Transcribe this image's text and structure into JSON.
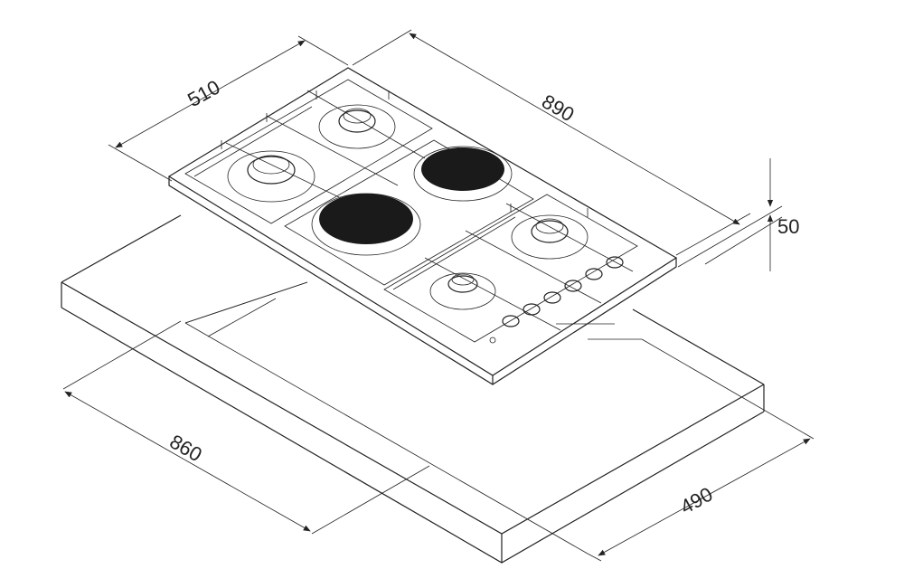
{
  "diagram": {
    "dimensions": {
      "hob_depth": "510",
      "hob_width": "890",
      "hob_height": "50",
      "cutout_width": "860",
      "cutout_depth": "490"
    },
    "components": {
      "gas_burners": 4,
      "electric_plates": 2,
      "control_knobs": 6
    },
    "colors": {
      "line": "#222222",
      "plate": "#1a1a1a",
      "background": "#ffffff"
    }
  }
}
